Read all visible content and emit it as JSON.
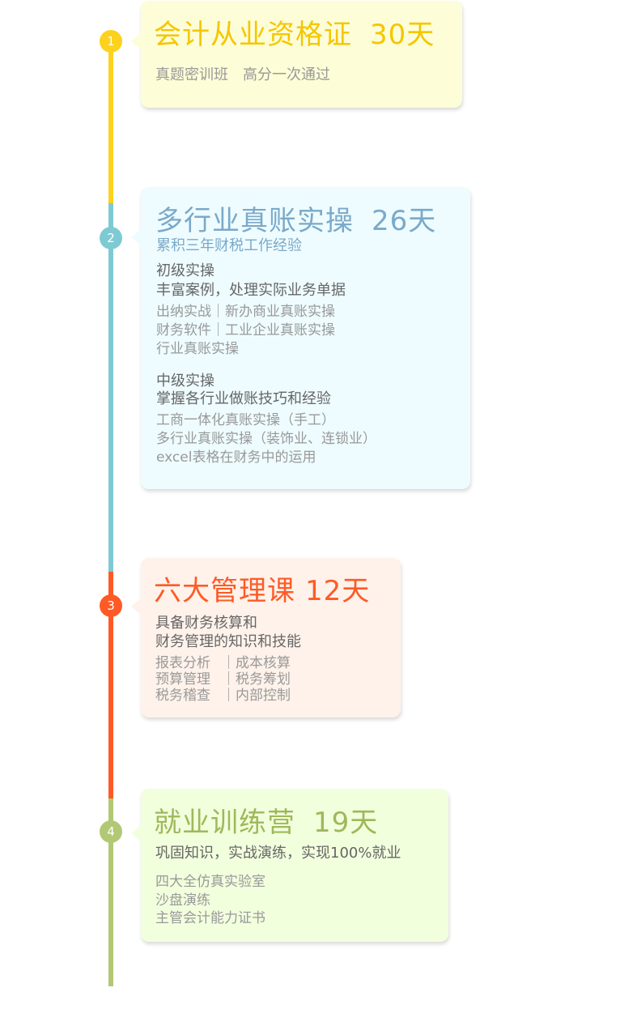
{
  "colors": {
    "step1": "#fcd21d",
    "step2": "#7ecad3",
    "step3": "#ff5a26",
    "step4": "#b2c875",
    "title1": "#f5c600",
    "title2": "#7ba9c9",
    "title3": "#ff5a26",
    "title4": "#9fb859"
  },
  "step1": {
    "number": "1",
    "title": "会计从业资格证",
    "days": "30天",
    "subtitle": "真题密训班　高分一次通过"
  },
  "step2": {
    "number": "2",
    "title": "多行业真账实操",
    "days": "26天",
    "subtitle": "累积三年财税工作经验",
    "junior_heading": "初级实操",
    "junior_desc": "丰富案例，处理实际业务单据",
    "junior_items": [
      "出纳实战｜新办商业真账实操",
      "财务软件｜工业企业真账实操",
      "行业真账实操"
    ],
    "middle_heading": "中级实操",
    "middle_desc": "掌握各行业做账技巧和经验",
    "middle_items": [
      "工商一体化真账实操（手工）",
      "多行业真账实操（装饰业、连锁业）",
      "excel表格在财务中的运用"
    ]
  },
  "step3": {
    "number": "3",
    "title": "六大管理课",
    "days": "12天",
    "desc_line1": "具备财务核算和",
    "desc_line2": "财务管理的知识和技能",
    "rows": [
      {
        "left": "报表分析",
        "right": "｜成本核算"
      },
      {
        "left": "预算管理",
        "right": "｜税务筹划"
      },
      {
        "left": "税务稽查",
        "right": "｜内部控制"
      }
    ]
  },
  "step4": {
    "number": "4",
    "title": "就业训练营",
    "days": "19天",
    "desc": "巩固知识，实战演练，实现100%就业",
    "items": [
      "四大全仿真实验室",
      "沙盘演练",
      "主管会计能力证书"
    ]
  }
}
